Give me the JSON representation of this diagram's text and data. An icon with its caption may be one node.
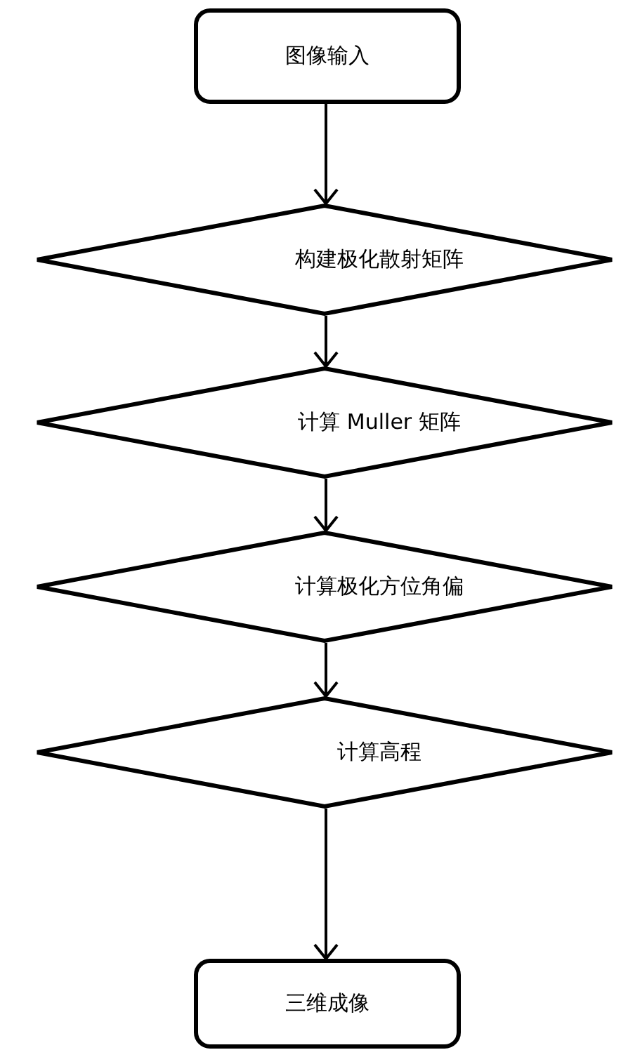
{
  "diagram": {
    "nodes": [
      {
        "text": [
          "图像输入"
        ]
      },
      {
        "text": [
          "构建极化散射矩阵"
        ]
      },
      {
        "text": [
          "计算 Muller 矩阵"
        ]
      },
      {
        "text": [
          "计算极化方位角偏"
        ]
      },
      {
        "text": [
          "计算高程"
        ]
      },
      {
        "text": [
          "三维成像"
        ]
      }
    ],
    "edges": [
      {
        "from": 0,
        "to": 1,
        "arrow": "to"
      },
      {
        "from": 1,
        "to": 2,
        "arrow": "to"
      },
      {
        "from": 2,
        "to": 3,
        "arrow": "to"
      },
      {
        "from": 3,
        "to": 4,
        "arrow": "to"
      },
      {
        "from": 4,
        "to": 5,
        "arrow": "to"
      }
    ]
  }
}
